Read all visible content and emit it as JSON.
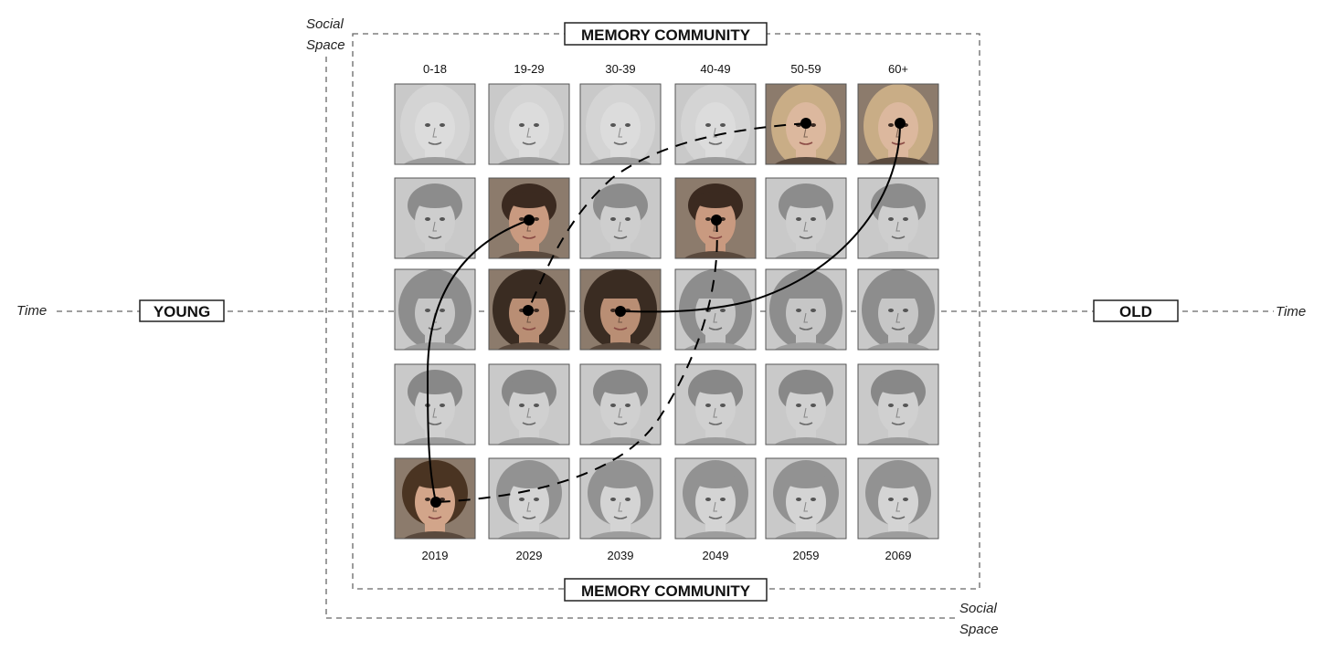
{
  "figure": {
    "time_axis_label": "Time",
    "social_axis_label": "Social Space",
    "young_label": "YOUNG",
    "old_label": "OLD",
    "community_label": "MEMORY COMMUNITY",
    "age_groups": [
      "0-18",
      "19-29",
      "30-39",
      "40-49",
      "50-59",
      "60+"
    ],
    "years": [
      "2019",
      "2029",
      "2039",
      "2049",
      "2059",
      "2069"
    ]
  },
  "faces": [
    {
      "row": 0,
      "hair": "#c9ad86",
      "hair_style": "long",
      "skin": "#dcb89e",
      "highlighted": [
        4,
        5
      ]
    },
    {
      "row": 1,
      "hair": "#3b2a20",
      "hair_style": "short",
      "skin": "#c99a80",
      "highlighted": [
        1,
        3
      ]
    },
    {
      "row": 2,
      "hair": "#3a2c22",
      "hair_style": "bangs",
      "skin": "#b98e74",
      "highlighted": [
        1,
        2
      ]
    },
    {
      "row": 3,
      "hair": "#2c2420",
      "hair_style": "short",
      "skin": "#caa08a",
      "highlighted": []
    },
    {
      "row": 4,
      "hair": "#4a3422",
      "hair_style": "curly",
      "skin": "#d2a58a",
      "highlighted": [
        0
      ]
    }
  ],
  "paths": [
    {
      "style": "dashed",
      "from": [
        0,
        4
      ],
      "via": [
        2,
        1
      ],
      "to": [
        0,
        4
      ],
      "description_text": ""
    },
    {
      "style": "solid",
      "from": [
        1,
        1
      ],
      "to": [
        4,
        0
      ]
    },
    {
      "style": "solid",
      "from": [
        0,
        5
      ],
      "to": [
        2,
        2
      ]
    },
    {
      "style": "dashed",
      "from": [
        1,
        3
      ],
      "to": [
        4,
        0
      ]
    }
  ]
}
